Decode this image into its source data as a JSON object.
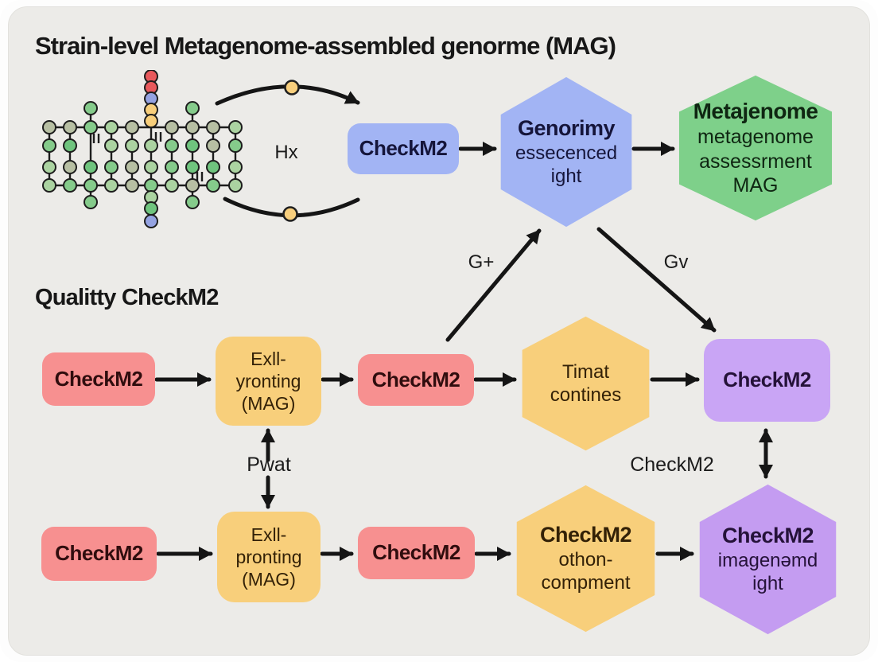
{
  "titles": {
    "main": "Strain-level Metagenome-assembled genorme (MAG)",
    "section": "Qualitty CheckM2"
  },
  "labels": {
    "hx": "Hx",
    "g_plus": "G+",
    "g_v": "Gv",
    "pwat": "Pwat",
    "between_purple": "CheckM2"
  },
  "colors": {
    "panel": "#ecebe8",
    "blue": "#a2b4f4",
    "green": "#7ed08a",
    "red": "#f79090",
    "yellow": "#f8cf7b",
    "purple_box": "#c9a5f5",
    "purple_hex": "#c49cf1",
    "arrow": "#151515",
    "dot_fill": "#f8cf7d"
  },
  "nodes": {
    "blue_box": {
      "label": "CheckM2"
    },
    "blue_hex": {
      "title": "Genorimy",
      "line1": "essecenced",
      "line2": "ight"
    },
    "green_hex": {
      "title": "Metajenome",
      "line1": "metagenome",
      "line2": "assessrment",
      "line3": "MAG"
    },
    "mid_red_1": {
      "label": "CheckM2"
    },
    "mid_yellow": {
      "line1": "Exll-",
      "line2": "yronting",
      "line3": "(MAG)"
    },
    "mid_red_2": {
      "label": "CheckM2"
    },
    "mid_yellow_hex": {
      "line1": "Timat",
      "line2": "contines"
    },
    "purple_box": {
      "label": "CheckM2"
    },
    "bot_red_1": {
      "label": "CheckM2"
    },
    "bot_yellow": {
      "line1": "Exll-",
      "line2": "pronting",
      "line3": "(MAG)"
    },
    "bot_red_2": {
      "label": "CheckM2"
    },
    "bot_yellow_hex": {
      "title": "CheckM2",
      "line1": "othon-",
      "line2": "compment"
    },
    "purple_hex": {
      "title": "CheckM2",
      "line1": "imagenəmd",
      "line2": "ight"
    }
  }
}
